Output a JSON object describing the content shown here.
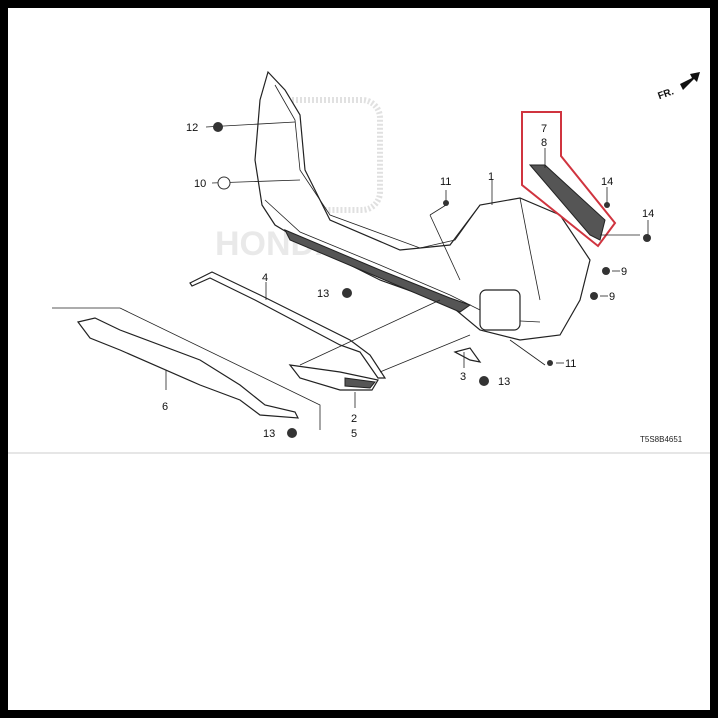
{
  "diagram": {
    "code": "T5S8B4651",
    "direction_label": "FR.",
    "watermark": "HONDA",
    "highlight_color": "#d0343f",
    "callouts": [
      "1",
      "2",
      "3",
      "4",
      "5",
      "6",
      "7",
      "8",
      "9",
      "9",
      "10",
      "11",
      "11",
      "12",
      "13",
      "13",
      "13",
      "14",
      "14"
    ]
  }
}
